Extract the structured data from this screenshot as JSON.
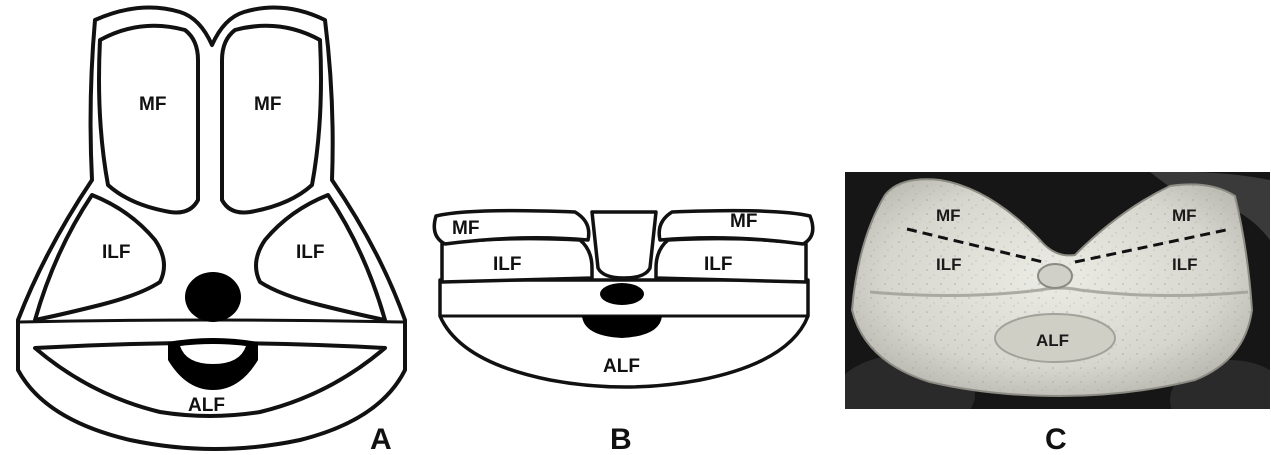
{
  "figure": {
    "panels": [
      {
        "letter": "A",
        "labels": {
          "mf_left": "MF",
          "mf_right": "MF",
          "ilf_left": "ILF",
          "ilf_right": "ILF",
          "alf": "ALF"
        }
      },
      {
        "letter": "B",
        "labels": {
          "mf_left": "MF",
          "mf_right": "MF",
          "ilf_left": "ILF",
          "ilf_right": "ILF",
          "alf": "ALF"
        }
      },
      {
        "letter": "C",
        "labels": {
          "mf_left": "MF",
          "mf_right": "MF",
          "ilf_left": "ILF",
          "ilf_right": "ILF",
          "alf": "ALF"
        }
      }
    ],
    "colors": {
      "outline": "#111111",
      "background": "#ffffff",
      "photo_background": "#161616",
      "bone": "#dcdcd4"
    }
  }
}
